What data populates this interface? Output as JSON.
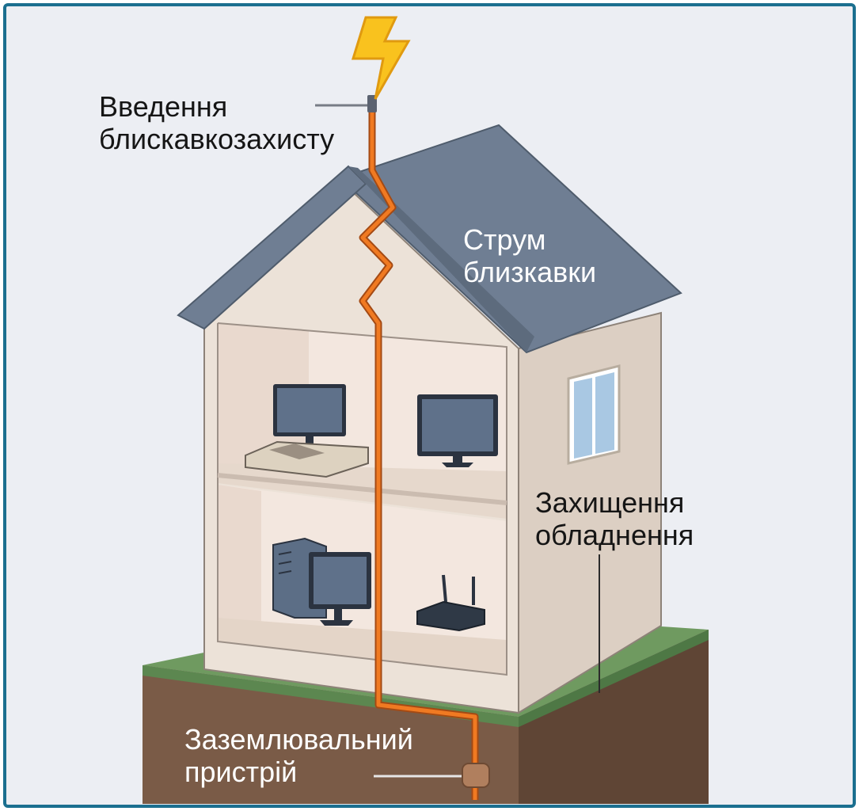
{
  "labels": {
    "lightning_rod": {
      "line1": "Введення",
      "line2": "блискавкозахисту"
    },
    "lightning_current": {
      "line1": "Струм",
      "line2": "близкавки"
    },
    "equipment_protection": {
      "line1": "Захищення",
      "line2": "обладнення"
    },
    "grounding_device": {
      "line1": "Заземлювальний",
      "line2": "пристрій"
    }
  },
  "colors": {
    "frame": "#1b6f8f",
    "background": "#eceef3",
    "roof": "#6f7e93",
    "wall": "#ece2d8",
    "grass": "#6f9a60",
    "soil": "#7a5b47",
    "lightning_path": "#f07a22",
    "bolt": "#f9c21e"
  }
}
